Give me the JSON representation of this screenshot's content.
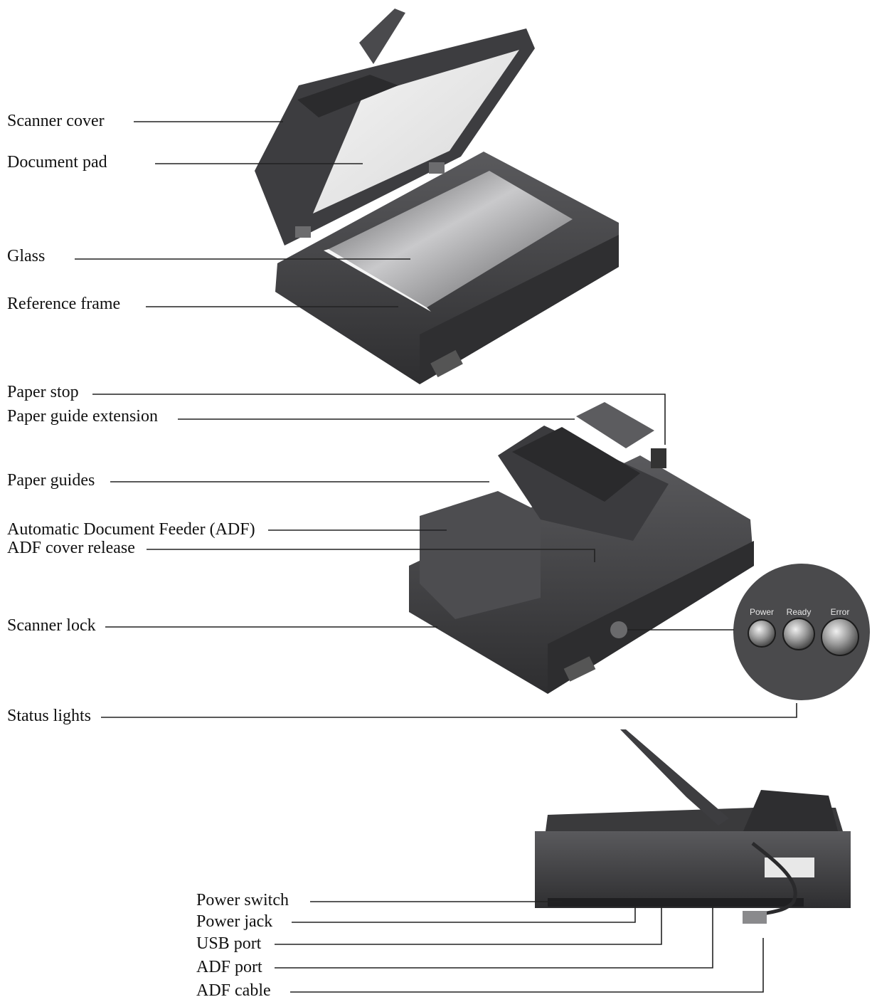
{
  "labels": {
    "scanner_cover": "Scanner cover",
    "document_pad": "Document pad",
    "glass": "Glass",
    "reference_frame": "Reference frame",
    "paper_stop": "Paper stop",
    "paper_guide_extension": "Paper guide extension",
    "paper_guides": "Paper guides",
    "adf": "Automatic Document Feeder (ADF)",
    "adf_cover_release": "ADF cover release",
    "scanner_lock": "Scanner lock",
    "status_lights": "Status lights",
    "power_switch": "Power switch",
    "power_jack": "Power jack",
    "usb_port": "USB port",
    "adf_port": "ADF port",
    "adf_cable": "ADF cable"
  },
  "status_panel": {
    "power": "Power",
    "ready": "Ready",
    "error": "Error"
  },
  "colors": {
    "body_dark": "#3a3a3c",
    "body_mid": "#555558",
    "glass": "#8a8a8c",
    "leader": "#222222"
  }
}
